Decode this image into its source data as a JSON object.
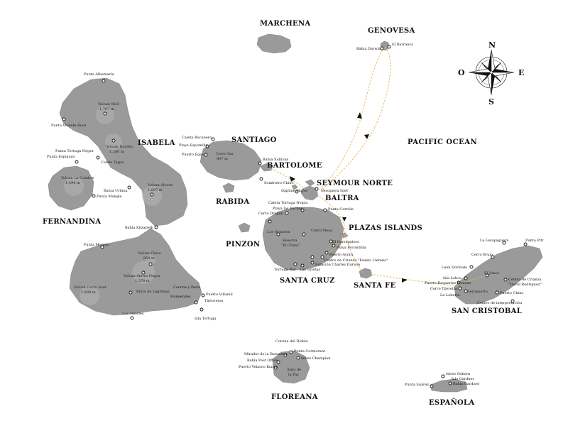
{
  "ocean_label": "PACIFIC OCEAN",
  "compass": {
    "n": "N",
    "s": "S",
    "e": "E",
    "w": "O"
  },
  "islands": {
    "marchena": "MARCHENA",
    "genovesa": "GENOVESA",
    "isabela": "ISABELA",
    "fernandina": "FERNANDINA",
    "santiago": "SANTIAGO",
    "bartolome": "BARTOLOME",
    "rabida": "RABIDA",
    "seymour_norte": "SEYMOUR NORTE",
    "baltra": "BALTRA",
    "pinzon": "PINZON",
    "plazas": "PLAZAS ISLANDS",
    "santa_cruz": "SANTA CRUZ",
    "santa_fe": "SANTA FE",
    "san_cristobal": "SAN CRISTOBAL",
    "floreana": "FLOREANA",
    "espanola": "ESPAÑOLA"
  },
  "sites": {
    "bahia_darwin": "Bahia Darwin",
    "el_barranco": "El Barranco",
    "punta_albemarle": "Punta Albemarle",
    "volcan_wolf": "Volcan Wolf",
    "volcan_wolf_alt": "1.707 m",
    "punta_vicente_roca": "Punta Vicente Roca",
    "volcan_darwin": "Volcan Darwin",
    "volcan_darwin_alt": "1.280 m",
    "caleta_tagus": "Caleta Tagus",
    "punta_tortuga_negra": "Punta Tortuga Negra",
    "punta_espinoza": "Punta Espinoza",
    "volcan_la_cumbre": "Volcan La Cumbre",
    "volcan_la_cumbre_alt": "1.494 m",
    "bahia_urbina": "Bahia Urbina",
    "punta_mangle": "Punta Mangle",
    "volcan_alcedo": "Volcan Alcedo",
    "volcan_alcedo_alt": "1.097 m",
    "bahia_elizabeth": "Bahia Elizabeth",
    "punta_moreno": "Punta Moreno",
    "volcan_chico": "Volcan Chico",
    "volcan_chico_alt": "860 m",
    "volcan_sierra_negra": "Volcan Sierra Negra",
    "volcan_sierra_negra_alt": "1.370 m",
    "volcan_cerro_azul": "Volcan Cerro Azul",
    "volcan_cerro_azul_alt": "1.689 m",
    "muro_de_lagrimas": "Muro de Lágrimas",
    "concha_y_perla": "Concha y Perla",
    "humedales": "Humedales",
    "puerto_villamil": "Puerto Villamil",
    "tintoreras": "Tintoreras",
    "los_tuneles": "Los Tuneles",
    "isla_tortuga": "Isla Tortuga",
    "caleta_bucanero": "Caleta Bucanero",
    "playa_espumilla": "Playa Espumilla",
    "puerto_egas": "Puerto Egas",
    "cerro_inn": "Cerro Inn",
    "cerro_inn_alt": "907 m",
    "bahia_sullivan": "Bahia Sullivan",
    "sombrero_chino": "Sombrero Chino",
    "daphne_mayor": "Daphne Mayor",
    "mosquera_islet": "Mosquera Islet",
    "caleta_tortuga_negra": "Caleta Tortuga Negra",
    "playa_las_bachas": "Playa las Bachas",
    "cerro_dragon": "Cerro Dragon",
    "punta_carrion": "Punta Carrión",
    "los_gemelos": "Los Gemelos",
    "cerro_mesa": "Cerro Mesa",
    "reserva": "Reserva",
    "el_chato": "\"El Chato\"",
    "el_garrapatero": "El Garrapatero",
    "playa_escondida": "Playa Escondida",
    "puerto_ayora": "Puerto Ayora",
    "centro_crianza_fausto": "Centro de Crianza \"Fausto Llerena\"",
    "estacion_charles_darwin": "Estación Charles Darwin",
    "tortuga_bay": "Tortuga Bay",
    "las_grietas": "Las Grietas",
    "la_galapaguera": "La Galapaguera",
    "punta_pitt": "Punta Pitt",
    "cerro_brujo": "Cerro Brujo",
    "leon_dormido": "León Dormido",
    "isla_lobos": "Isla Lobos",
    "el_junco": "El Junco",
    "puerto_baquerizo": "Puerto Baquerizo Moreno",
    "cerro_tijeretas": "Cerro Tijeretas",
    "aeropuerto": "Aeropuerto",
    "la_loberia": "La Lobería",
    "centro_crianza_david": "Centro de Crianza",
    "david_rodriguez": "\"David Rodriguez\"",
    "puerto_chino": "Puerto Chino",
    "centro_interpretacion": "Centro de interpretación",
    "corona_del_diablo": "Corona del Diablo",
    "punta_cormorant": "Punta Cormorant",
    "mirador_baronesa": "Mirador de la Baronesa",
    "bahia_post_office": "Bahia Post Office",
    "islote_champion": "Islote Champion",
    "puerto_velasco_ibarra": "Puerto Velasco Ibarra",
    "asilo_de": "Asilo de",
    "la_paz": "la Paz",
    "islote_osborn": "Islote Osborn",
    "isla_gardner": "Isla Gardner",
    "punta_suarez": "Punta Suárez",
    "bahia_gardner": "Bahia Gardner"
  },
  "colors": {
    "land": "#9a9a9a",
    "route": "#e8b85a",
    "text": "#111111"
  }
}
